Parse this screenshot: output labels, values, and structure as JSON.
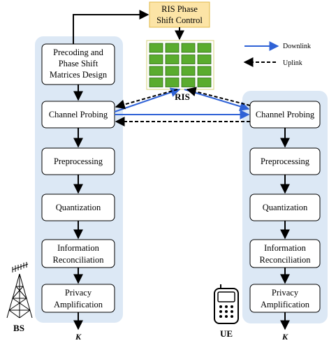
{
  "ris_control": {
    "line1": "RIS Phase",
    "line2": "Shift Control"
  },
  "ris_label": "RIS",
  "legend": {
    "downlink": "Downlink",
    "uplink": "Uplink"
  },
  "bs": {
    "label": "BS",
    "key_label": "K",
    "blocks": [
      {
        "lines": [
          "Precoding and",
          "Phase Shift",
          "Matrices Design"
        ]
      },
      {
        "lines": [
          "Channel Probing"
        ]
      },
      {
        "lines": [
          "Preprocessing"
        ]
      },
      {
        "lines": [
          "Quantization"
        ]
      },
      {
        "lines": [
          "Information",
          "Reconciliation"
        ]
      },
      {
        "lines": [
          "Privacy",
          "Amplification"
        ]
      }
    ]
  },
  "ue": {
    "label": "UE",
    "key_label": "K",
    "blocks": [
      {
        "lines": [
          "Channel Probing"
        ]
      },
      {
        "lines": [
          "Preprocessing"
        ]
      },
      {
        "lines": [
          "Quantization"
        ]
      },
      {
        "lines": [
          "Information",
          "Reconciliation"
        ]
      },
      {
        "lines": [
          "Privacy",
          "Amplification"
        ]
      }
    ]
  },
  "colors": {
    "panel": "#dce8f5",
    "ris_control_fill": "#fce4a6",
    "ris_control_stroke": "#e0b84a",
    "ris_tile": "#5aac2e",
    "ris_tile_stroke": "#2f6e14",
    "downlink": "#2f62d6",
    "uplink": "#000000"
  }
}
